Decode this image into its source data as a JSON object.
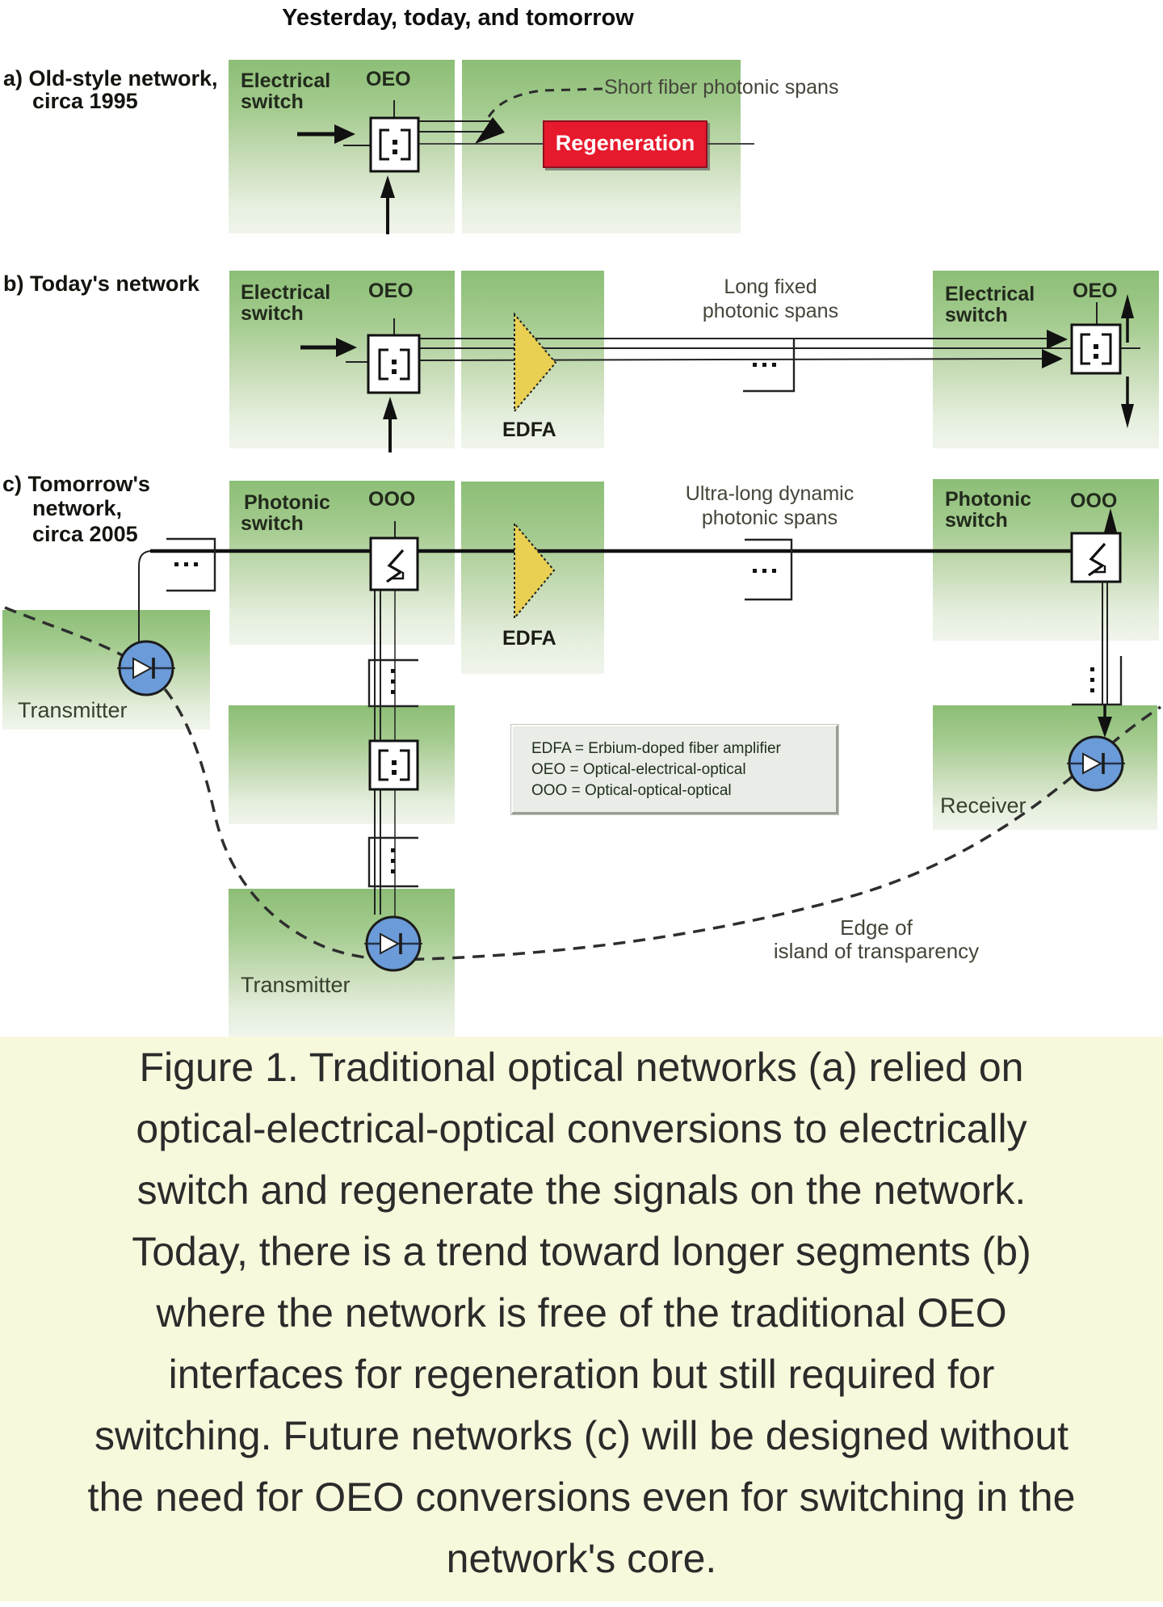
{
  "title": "Yesterday, today, and tomorrow",
  "section_a": {
    "label1": "a) Old-style network,",
    "label2": "circa 1995",
    "electrical1": "Electrical",
    "electrical2": "switch",
    "oeo": "OEO",
    "regeneration": "Regeneration",
    "span_note": "Short fiber photonic spans"
  },
  "section_b": {
    "label": "b) Today's network",
    "left_electrical1": "Electrical",
    "left_electrical2": "switch",
    "left_oeo": "OEO",
    "edfa": "EDFA",
    "span_note1": "Long fixed",
    "span_note2": "photonic spans",
    "right_electrical1": "Electrical",
    "right_electrical2": "switch",
    "right_oeo": "OEO"
  },
  "section_c": {
    "label1": "c) Tomorrow's",
    "label2": "network,",
    "label3": "circa 2005",
    "left_photonic1": "Photonic",
    "left_photonic2": "switch",
    "left_ooo": "OOO",
    "edfa": "EDFA",
    "span_note1": "Ultra-long dynamic",
    "span_note2": "photonic spans",
    "right_photonic1": "Photonic",
    "right_photonic2": "switch",
    "right_ooo": "OOO",
    "transmitter_left": "Transmitter",
    "transmitter_bottom": "Transmitter",
    "receiver": "Receiver",
    "edge_note1": "Edge of",
    "edge_note2": "island of transparency"
  },
  "legend": {
    "line1": "EDFA = Erbium-doped fiber amplifier",
    "line2": "OEO = Optical-electrical-optical",
    "line3": "OOO = Optical-optical-optical"
  },
  "caption": {
    "lines": [
      "Figure 1. Traditional optical networks (a) relied on",
      "optical-electrical-optical conversions to electrically",
      "switch and regenerate the signals on the network.",
      "Today, there is a trend toward longer segments (b)",
      "where the network is free of the traditional OEO",
      "interfaces for regeneration but still required for",
      "switching. Future networks (c) will be designed without",
      "the need for OEO conversions even for switching in the",
      "network's core."
    ]
  },
  "colors": {
    "green_panel_top": "#8cbe76",
    "green_panel_bottom": "#f0f5ec",
    "regeneration_red": "#e7192c",
    "edfa_yellow": "#e9cf52",
    "device_blue": "#6b9bd8",
    "caption_bg": "#f8f9dc",
    "legend_bg": "#eaece7"
  }
}
